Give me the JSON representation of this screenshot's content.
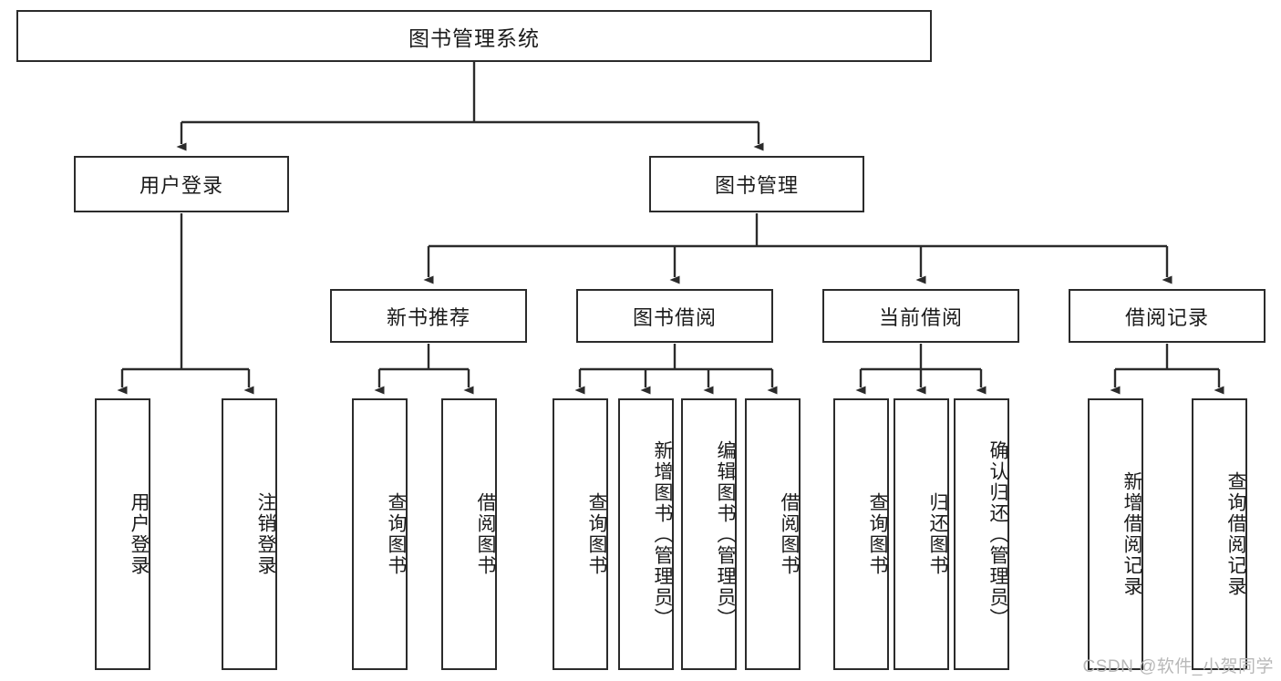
{
  "diagram": {
    "title": "图书管理系统",
    "type": "tree",
    "watermark": "CSDN @软件_小贺同学",
    "colors": {
      "border": "#2b2b2b",
      "background": "#ffffff",
      "text": "#1b1b1b",
      "connector": "#2b2b2b",
      "watermark": "#b8b8b8"
    },
    "root": {
      "label": "图书管理系统"
    },
    "level2": [
      {
        "label": "用户登录"
      },
      {
        "label": "图书管理"
      }
    ],
    "level3": [
      {
        "label": "新书推荐"
      },
      {
        "label": "图书借阅"
      },
      {
        "label": "当前借阅"
      },
      {
        "label": "借阅记录"
      }
    ],
    "leaves": [
      {
        "label": "用户登录",
        "parent": "用户登录"
      },
      {
        "label": "注销登录",
        "parent": "用户登录"
      },
      {
        "label": "查询图书",
        "parent": "新书推荐"
      },
      {
        "label": "借阅图书",
        "parent": "新书推荐"
      },
      {
        "label": "查询图书",
        "parent": "图书借阅"
      },
      {
        "label": "新增图书（管理员）",
        "parent": "图书借阅"
      },
      {
        "label": "编辑图书（管理员）",
        "parent": "图书借阅"
      },
      {
        "label": "借阅图书",
        "parent": "图书借阅"
      },
      {
        "label": "查询图书",
        "parent": "当前借阅"
      },
      {
        "label": "归还图书",
        "parent": "当前借阅"
      },
      {
        "label": "确认归还（管理员）",
        "parent": "当前借阅"
      },
      {
        "label": "新增借阅记录",
        "parent": "借阅记录"
      },
      {
        "label": "查询借阅记录",
        "parent": "借阅记录"
      }
    ]
  }
}
